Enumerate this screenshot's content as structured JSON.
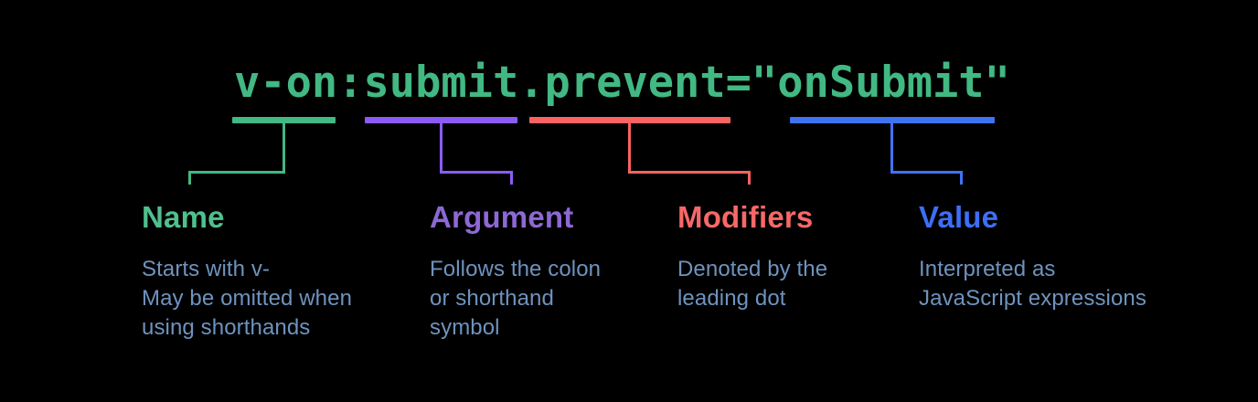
{
  "diagram": {
    "title_semantic": "vue-directive-anatomy",
    "background_color": "#000000",
    "description_text_color": "#6e93be"
  },
  "code": {
    "text": "v-on:submit.prevent=\"onSubmit\"",
    "color": "#42b883"
  },
  "segments": [
    {
      "id": "name",
      "label": "Name",
      "accent_color": "#42b883",
      "label_color": "#4fc08d",
      "lines": [
        "Starts with v-",
        "May be omitted when",
        "using shorthands"
      ]
    },
    {
      "id": "argument",
      "label": "Argument",
      "accent_color": "#8a5cf5",
      "label_color": "#8e68d4",
      "lines": [
        "Follows the colon",
        "or shorthand",
        "symbol"
      ]
    },
    {
      "id": "modifiers",
      "label": "Modifiers",
      "accent_color": "#fb6262",
      "label_color": "#f76868",
      "lines": [
        "Denoted by the",
        "leading dot"
      ]
    },
    {
      "id": "value",
      "label": "Value",
      "accent_color": "#3f73f2",
      "label_color": "#3e6ef5",
      "lines": [
        "Interpreted as",
        "JavaScript expressions"
      ]
    }
  ]
}
